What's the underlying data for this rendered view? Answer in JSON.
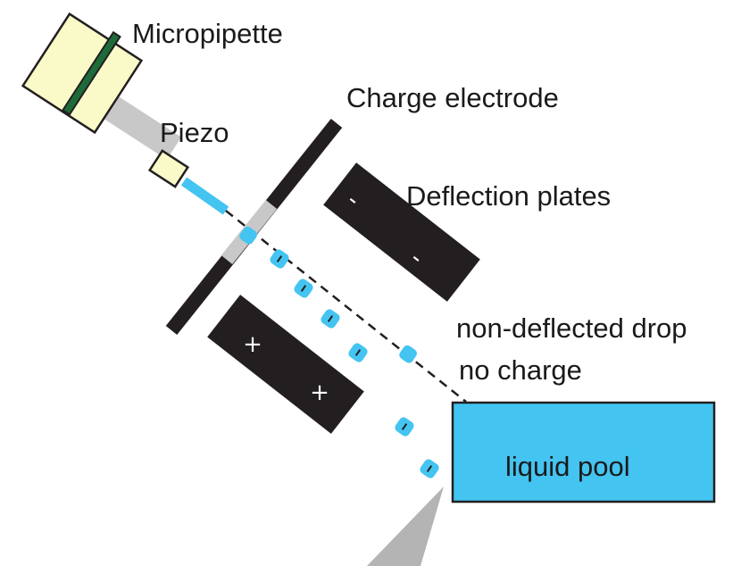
{
  "labels": {
    "micropipette": "Micropipette",
    "piezo": "Piezo",
    "charge_electrode": "Charge electrode",
    "deflection_plates": "Deflection plates",
    "non_deflected_drop": "non-deflected drop",
    "no_charge": "no charge",
    "liquid_pool": "liquid pool"
  },
  "plate_signs": {
    "upper_plate": [
      "-",
      "-"
    ],
    "lower_plate": [
      "+",
      "+"
    ]
  },
  "drop_charge_sign": "-",
  "colors": {
    "pipette_body": "#fafac8",
    "pipette_band": "#1e6b3a",
    "capillary": "#c8c8c8",
    "liquid": "#44c4f0",
    "electrode": "#231f20",
    "needle": "#b4b4b4"
  }
}
